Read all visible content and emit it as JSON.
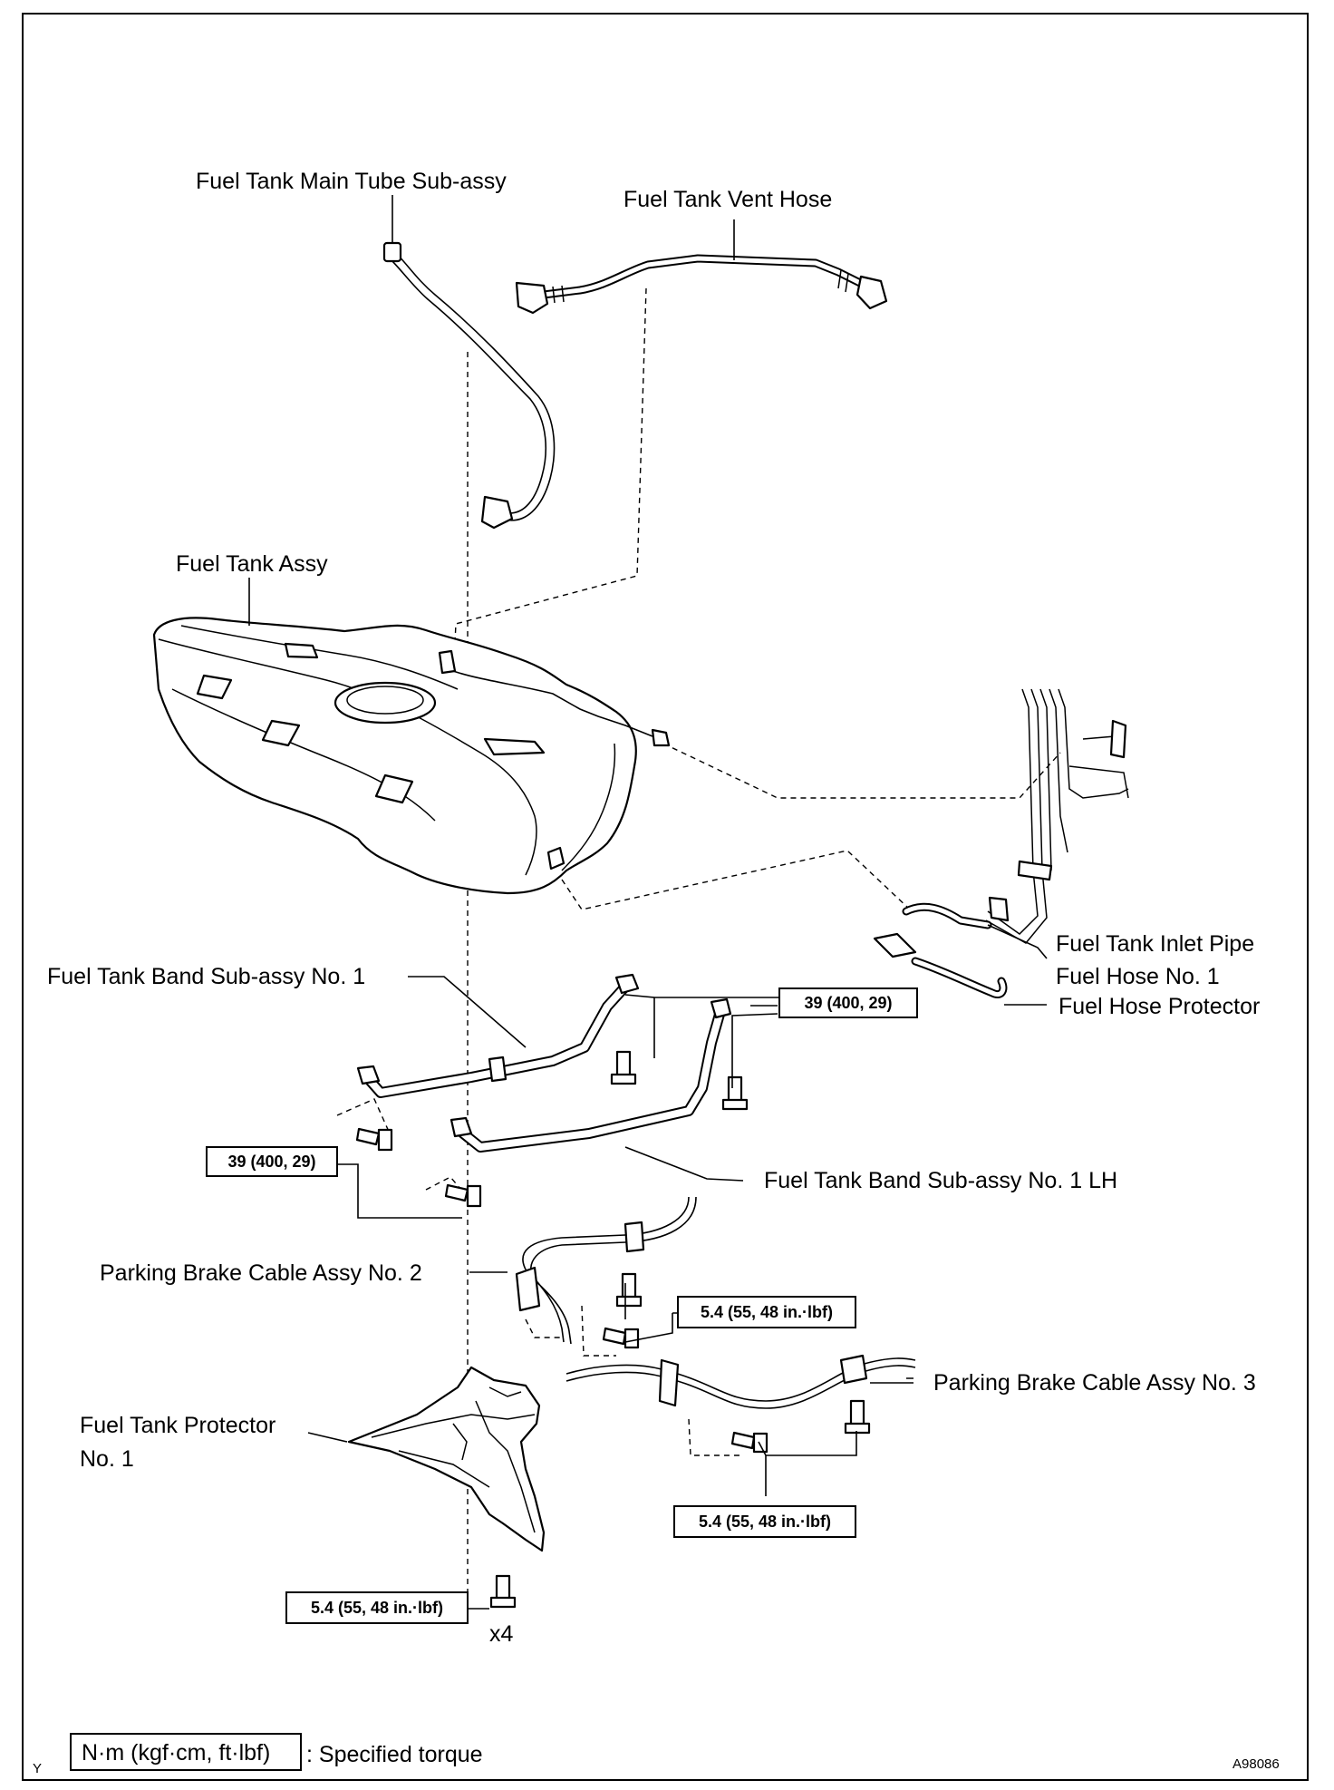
{
  "labels": {
    "main_tube": "Fuel Tank Main Tube Sub-assy",
    "vent_hose": "Fuel Tank Vent Hose",
    "tank_assy": "Fuel Tank Assy",
    "inlet_pipe": "Fuel Tank Inlet Pipe",
    "fuel_hose": "Fuel Hose No. 1",
    "hose_protector": "Fuel Hose Protector",
    "band_no1": "Fuel Tank Band Sub-assy No. 1",
    "band_no1_lh": "Fuel Tank Band Sub-assy No. 1 LH",
    "brake_cable_2": "Parking Brake Cable Assy No. 2",
    "brake_cable_3": "Parking Brake Cable Assy No. 3",
    "protector_line1": "Fuel Tank Protector",
    "protector_line2": "No. 1"
  },
  "torques": {
    "band_right": "39 (400, 29)",
    "band_left": "39 (400, 29)",
    "cable2": "5.4 (55, 48 in.·lbf)",
    "cable3": "5.4 (55, 48 in.·lbf)",
    "protector": "5.4 (55, 48 in.·lbf)"
  },
  "bolt_count": "x4",
  "legend": {
    "unit_box": "N·m (kgf·cm, ft·lbf)",
    "description": ": Specified torque"
  },
  "corner_mark": "Y",
  "figure_id": "A98086"
}
